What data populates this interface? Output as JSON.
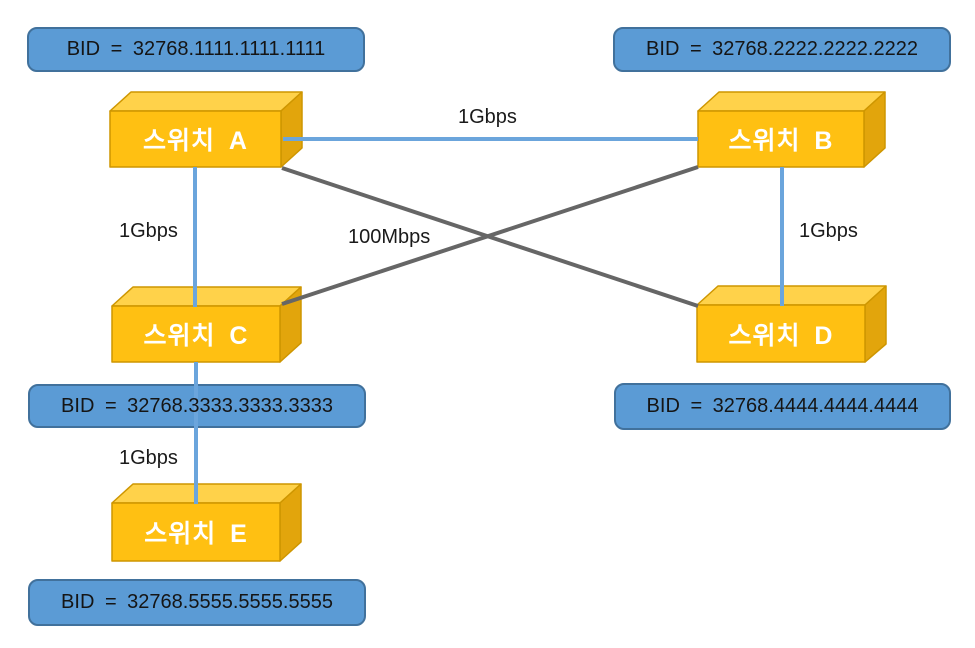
{
  "colors": {
    "bid_box_fill": "#5B9BD5",
    "bid_box_border": "#41719C",
    "cube_front": "#FFC012",
    "cube_top": "#FFD24A",
    "cube_side": "#E2A50C",
    "cube_outline": "#CE9600",
    "link_1gbps": "#6BA5DC",
    "link_100mbps": "#666666",
    "label_text": "#1A1A1A",
    "switch_label_text": "#FFFFFF"
  },
  "switches": [
    {
      "id": "A",
      "label": "스위치 A",
      "bid": "BID = 32768.1111.1111.1111"
    },
    {
      "id": "B",
      "label": "스위치 B",
      "bid": "BID = 32768.2222.2222.2222"
    },
    {
      "id": "C",
      "label": "스위치 C",
      "bid": "BID = 32768.3333.3333.3333"
    },
    {
      "id": "D",
      "label": "스위치 D",
      "bid": "BID = 32768.4444.4444.4444"
    },
    {
      "id": "E",
      "label": "스위치 E",
      "bid": "BID = 32768.5555.5555.5555"
    }
  ],
  "links": [
    {
      "from": "A",
      "to": "B",
      "speed": "1Gbps"
    },
    {
      "from": "A",
      "to": "C",
      "speed": "1Gbps"
    },
    {
      "from": "B",
      "to": "D",
      "speed": "1Gbps"
    },
    {
      "from": "C",
      "to": "E",
      "speed": "1Gbps"
    },
    {
      "from": "A",
      "to": "D",
      "speed": "100Mbps"
    },
    {
      "from": "B",
      "to": "C",
      "speed": "100Mbps"
    }
  ],
  "link_labels": [
    {
      "link": "A-B",
      "text": "1Gbps"
    },
    {
      "link": "A-C",
      "text": "1Gbps"
    },
    {
      "link": "B-D",
      "text": "1Gbps"
    },
    {
      "link": "C-E",
      "text": "1Gbps"
    },
    {
      "link": "A-D/B-C",
      "text": "100Mbps"
    }
  ]
}
